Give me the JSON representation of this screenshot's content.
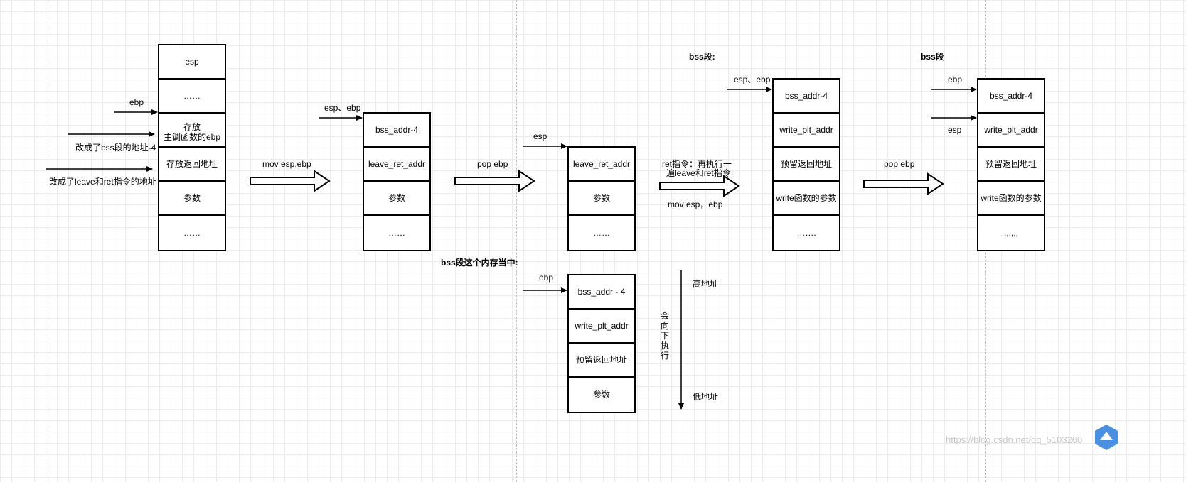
{
  "stacks": {
    "s1": [
      "esp",
      "……",
      "存放\n主调函数的ebp",
      "存放返回地址",
      "参数",
      "……"
    ],
    "s2": [
      "bss_addr-4",
      "leave_ret_addr",
      "参数",
      "……"
    ],
    "s3": [
      "leave_ret_addr",
      "参数",
      "……"
    ],
    "s4": [
      "bss_addr-4",
      "write_plt_addr",
      "预留返回地址",
      "write函数的参数",
      "……."
    ],
    "s5": [
      "bss_addr-4",
      "write_plt_addr",
      "预留返回地址",
      "write函数的参数",
      ",,,,,,"
    ],
    "s6": [
      "bss_addr - 4",
      "write_plt_addr",
      "预留返回地址",
      "参数"
    ]
  },
  "labels": {
    "ebp1": "ebp",
    "bss_note": "改成了bss段的地址-4",
    "leave_note": "改成了leave和ret指令的地址",
    "mov1": "mov esp,ebp",
    "esp_ebp2": "esp、ebp",
    "pop1": "pop ebp",
    "esp3": "esp",
    "ret_line1": "ret指令：再执行一",
    "ret_line2": "遍leave和ret指令",
    "mov2": "mov esp，ebp",
    "bss_title4": "bss段:",
    "esp_ebp4": "esp、ebp",
    "pop2": "pop ebp",
    "bss_title5": "bss段",
    "ebp5": "ebp",
    "esp5": "esp",
    "bss_mem_title": "bss段这个内存当中:",
    "ebp6": "ebp",
    "high_addr": "高地址",
    "low_addr": "低地址",
    "downward": "会向下执行",
    "watermark": "https://blog.csdn.net/qq_5103260"
  },
  "colors": {
    "line": "#000000",
    "grid": "#ececec",
    "watermark": "#c8c8c8",
    "badge": "#4a90e2"
  },
  "icons": {
    "corner": "csdn-logo-icon"
  }
}
